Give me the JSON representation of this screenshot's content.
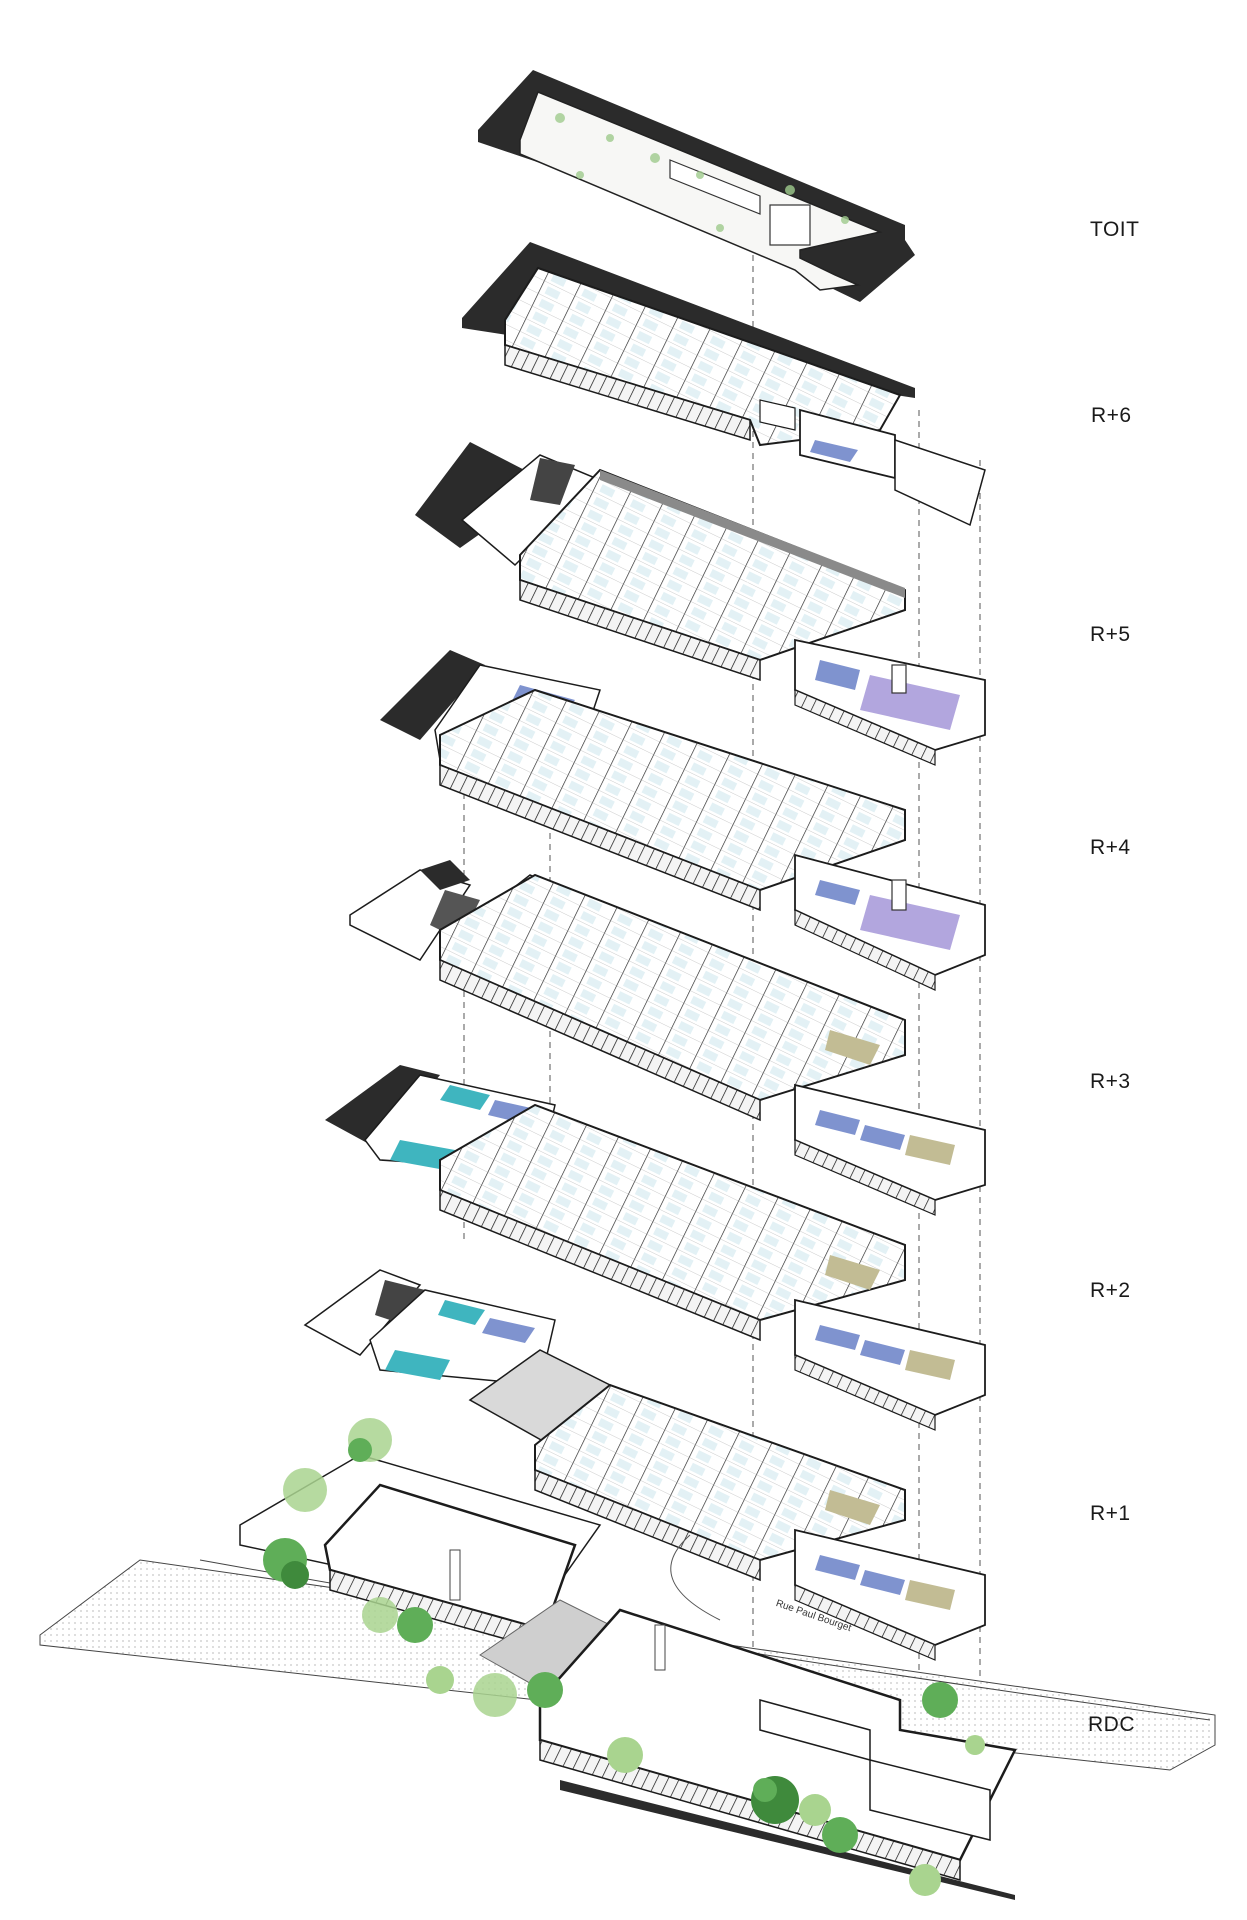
{
  "floors": [
    {
      "id": "toit",
      "label": "TOIT"
    },
    {
      "id": "r6",
      "label": "R+6"
    },
    {
      "id": "r5",
      "label": "R+5"
    },
    {
      "id": "r4",
      "label": "R+4"
    },
    {
      "id": "r3",
      "label": "R+3"
    },
    {
      "id": "r2",
      "label": "R+2"
    },
    {
      "id": "r1",
      "label": "R+1"
    },
    {
      "id": "rdc",
      "label": "RDC"
    }
  ],
  "street": {
    "name": "Rue Paul Bourget"
  },
  "colors": {
    "slab_dark": "#2b2b2b",
    "line": "#1c1c1c",
    "glass": "#dff0f4",
    "blue": "#7f93cf",
    "purple": "#b2a6de",
    "teal": "#3fb5bf",
    "olive": "#c2bc94",
    "tree": "#5fae58",
    "tree_light": "#a9d48f"
  }
}
